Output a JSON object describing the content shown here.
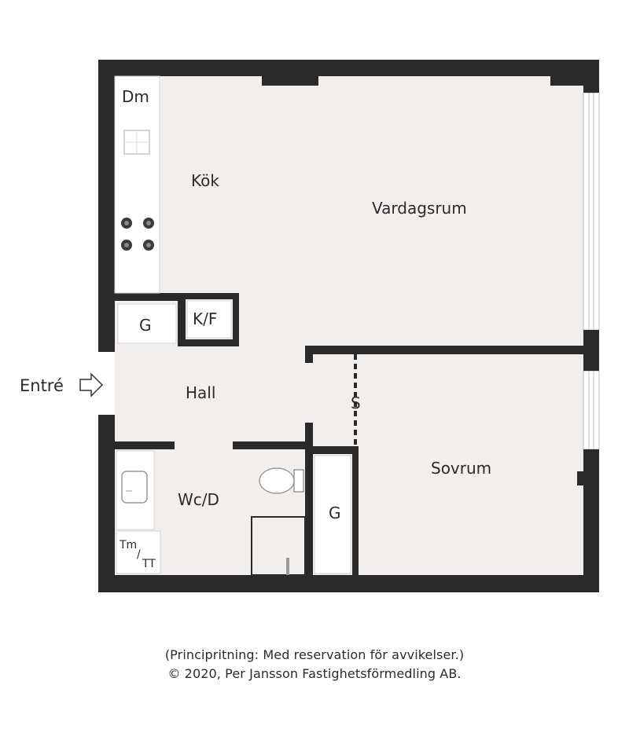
{
  "rooms": {
    "dm": "Dm",
    "kok": "Kök",
    "vardagsrum": "Vardagsrum",
    "g_closet_hall": "G",
    "kf": "K/F",
    "entre": "Entré",
    "hall": "Hall",
    "s": "S",
    "sovrum": "Sovrum",
    "wcd": "Wc/D",
    "g_closet_bed": "G",
    "tm": "Tm",
    "tt": "TT"
  },
  "caption": {
    "line1": "(Principritning: Med reservation för avvikelser.)",
    "line2": "© 2020, Per Jansson Fastighetsförmedling AB."
  },
  "colors": {
    "wall": "#2a2a2a",
    "floor": "#f1eeec",
    "fixture": "#ffffff"
  }
}
